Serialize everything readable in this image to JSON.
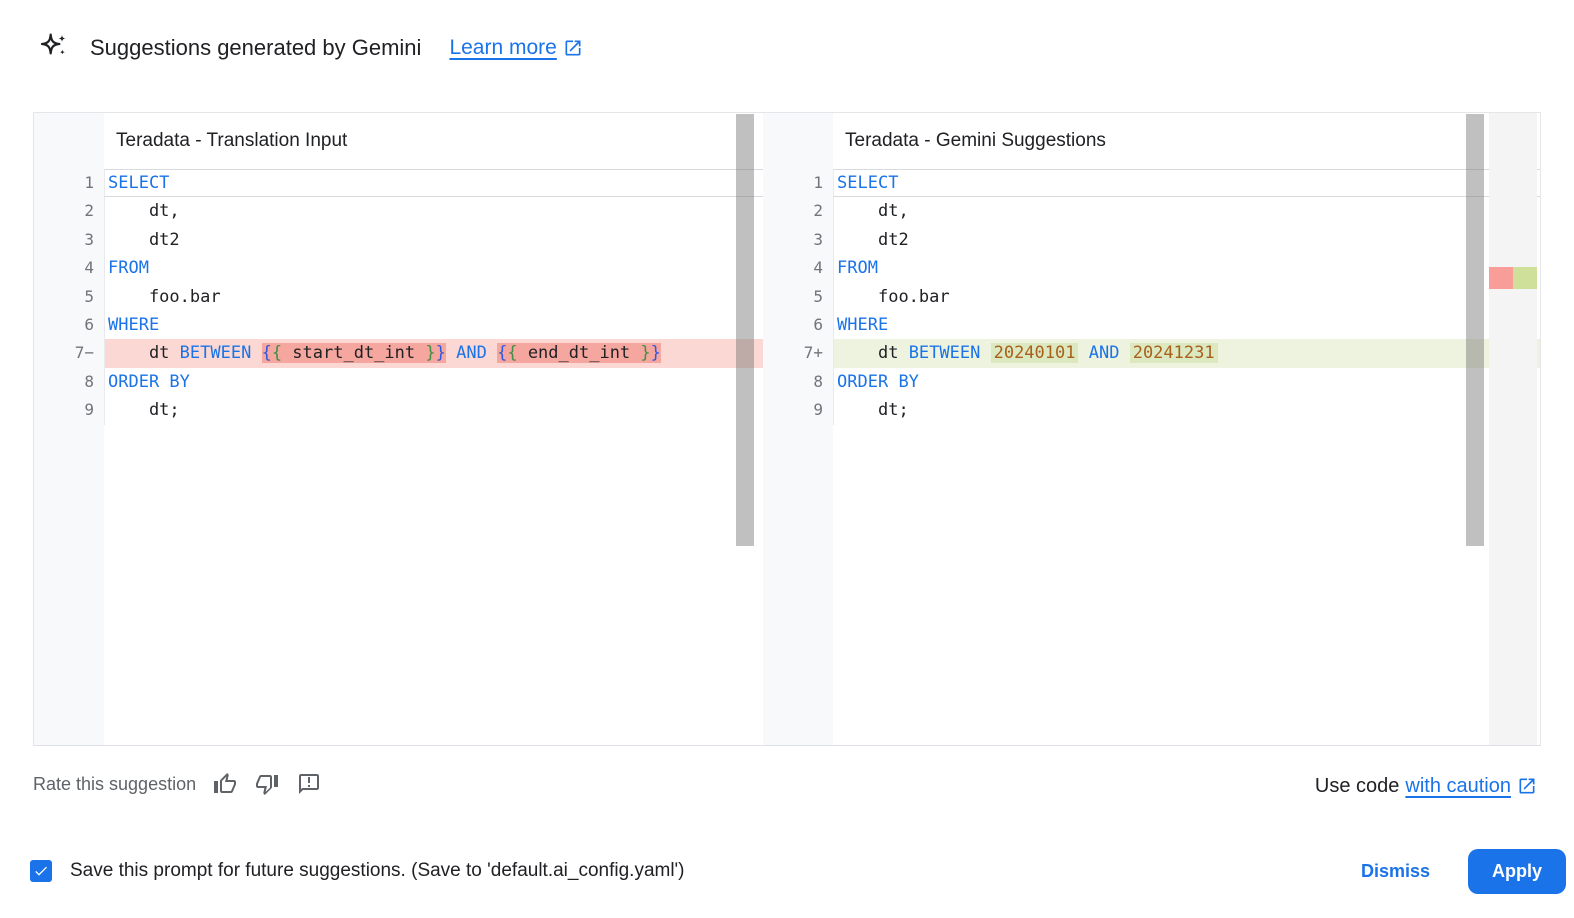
{
  "colors": {
    "accent_blue": "#1a73e8",
    "keyword_blue": "#1a73e8",
    "brace_blue": "#2e58e0",
    "brace_green": "#3f8f44",
    "number_orange": "#a9601c",
    "deleted_line_bg": "#fbd8d3",
    "deleted_token_bg": "#f5a69e",
    "added_line_bg": "#eef3e0",
    "added_token_bg": "#dce8c0",
    "ruler_deleted": "#f89d97",
    "ruler_added": "#cfe09b"
  },
  "header": {
    "icon": "gemini-sparkle-icon",
    "title": "Suggestions generated by Gemini",
    "learn_more_label": "Learn more",
    "learn_more_icon": "open-in-new-icon"
  },
  "editors": {
    "left": {
      "title": "Teradata - Translation Input",
      "lines": [
        {
          "num": "1",
          "type": "active",
          "tokens": [
            {
              "t": "SELECT",
              "c": "kw"
            }
          ]
        },
        {
          "num": "2",
          "type": "",
          "tokens": [
            {
              "t": "    dt,"
            }
          ]
        },
        {
          "num": "3",
          "type": "",
          "tokens": [
            {
              "t": "    dt2"
            }
          ]
        },
        {
          "num": "4",
          "type": "",
          "tokens": [
            {
              "t": "FROM",
              "c": "kw"
            }
          ]
        },
        {
          "num": "5",
          "type": "",
          "tokens": [
            {
              "t": "    foo.bar"
            }
          ]
        },
        {
          "num": "6",
          "type": "",
          "tokens": [
            {
              "t": "WHERE",
              "c": "kw"
            }
          ]
        },
        {
          "num": "7−",
          "type": "del",
          "tokens": [
            {
              "t": "    dt "
            },
            {
              "t": "BETWEEN",
              "c": "kw"
            },
            {
              "t": " "
            },
            {
              "t": "{",
              "c": "br-b",
              "bg": "del"
            },
            {
              "t": "{",
              "c": "br-g",
              "bg": "del"
            },
            {
              "t": " start_dt_int ",
              "bg": "del"
            },
            {
              "t": "}",
              "c": "br-g",
              "bg": "del"
            },
            {
              "t": "}",
              "c": "br-b",
              "bg": "del"
            },
            {
              "t": " "
            },
            {
              "t": "AND",
              "c": "kw"
            },
            {
              "t": " "
            },
            {
              "t": "{",
              "c": "br-b",
              "bg": "del"
            },
            {
              "t": "{",
              "c": "br-g",
              "bg": "del"
            },
            {
              "t": " end_dt_int ",
              "bg": "del"
            },
            {
              "t": "}",
              "c": "br-g",
              "bg": "del"
            },
            {
              "t": "}",
              "c": "br-b",
              "bg": "del"
            }
          ]
        },
        {
          "num": "8",
          "type": "",
          "tokens": [
            {
              "t": "ORDER BY",
              "c": "kw"
            }
          ]
        },
        {
          "num": "9",
          "type": "",
          "tokens": [
            {
              "t": "    dt;"
            }
          ]
        }
      ]
    },
    "right": {
      "title": "Teradata - Gemini Suggestions",
      "lines": [
        {
          "num": "1",
          "type": "active",
          "tokens": [
            {
              "t": "SELECT",
              "c": "kw"
            }
          ]
        },
        {
          "num": "2",
          "type": "",
          "tokens": [
            {
              "t": "    dt,"
            }
          ]
        },
        {
          "num": "3",
          "type": "",
          "tokens": [
            {
              "t": "    dt2"
            }
          ]
        },
        {
          "num": "4",
          "type": "",
          "tokens": [
            {
              "t": "FROM",
              "c": "kw"
            }
          ]
        },
        {
          "num": "5",
          "type": "",
          "tokens": [
            {
              "t": "    foo.bar"
            }
          ]
        },
        {
          "num": "6",
          "type": "",
          "tokens": [
            {
              "t": "WHERE",
              "c": "kw"
            }
          ]
        },
        {
          "num": "7+",
          "type": "add",
          "tokens": [
            {
              "t": "    dt "
            },
            {
              "t": "BETWEEN",
              "c": "kw"
            },
            {
              "t": " "
            },
            {
              "t": "20240101",
              "c": "num",
              "bg": "add"
            },
            {
              "t": " "
            },
            {
              "t": "AND",
              "c": "kw"
            },
            {
              "t": " "
            },
            {
              "t": "20241231",
              "c": "num",
              "bg": "add"
            }
          ]
        },
        {
          "num": "8",
          "type": "",
          "tokens": [
            {
              "t": "ORDER BY",
              "c": "kw"
            }
          ]
        },
        {
          "num": "9",
          "type": "",
          "tokens": [
            {
              "t": "    dt;"
            }
          ]
        }
      ]
    }
  },
  "footer": {
    "rate_label": "Rate this suggestion",
    "rate_icons": [
      "thumb-up-icon",
      "thumb-down-icon",
      "feedback-icon"
    ],
    "caution_prefix": "Use code",
    "caution_link": "with caution",
    "caution_icon": "open-in-new-icon"
  },
  "action_bar": {
    "checkbox_checked": true,
    "save_label": "Save this prompt for future suggestions. (Save to 'default.ai_config.yaml')",
    "dismiss_label": "Dismiss",
    "apply_label": "Apply"
  }
}
